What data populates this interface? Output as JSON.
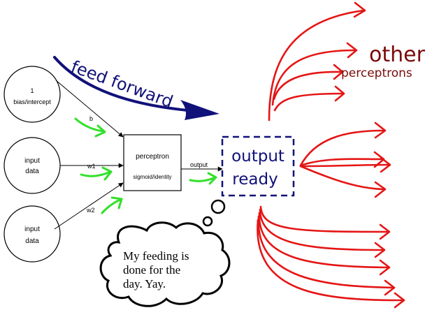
{
  "nodes": {
    "bias": {
      "line1": "1",
      "line2": "bias/intercept"
    },
    "input1": {
      "line1": "input",
      "line2": "data"
    },
    "input2": {
      "line1": "input",
      "line2": "data"
    },
    "perceptron": {
      "title": "perceptron",
      "subtitle": "sigmoid/identity"
    }
  },
  "weights": {
    "b": "b",
    "w1": "w1",
    "w2": "w2"
  },
  "output_label": "output",
  "annotations": {
    "feed_forward": "feed forward",
    "output_ready_line1": "output",
    "output_ready_line2": "ready",
    "other": "other",
    "perceptrons": "perceptrons",
    "thought_line1": "My feeding is",
    "thought_line2": "done for the",
    "thought_line3": "day. Yay."
  },
  "colors": {
    "ink": "#000000",
    "feed_blue": "#11117a",
    "green_arrows": "#33e02a",
    "red_arrows": "#e51515",
    "dark_red_text": "#7a0a0a"
  }
}
